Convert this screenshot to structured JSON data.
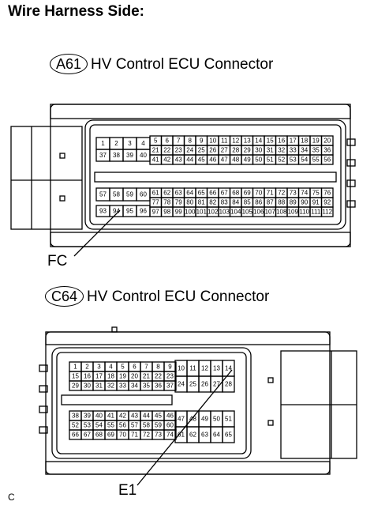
{
  "title": "Wire Harness Side:",
  "connectors": [
    {
      "code": "A61",
      "name": "HV Control ECU Connector",
      "callout": "FC"
    },
    {
      "code": "C64",
      "name": "HV Control ECU Connector",
      "callout": "E1"
    }
  ],
  "corner_mark": "C"
}
